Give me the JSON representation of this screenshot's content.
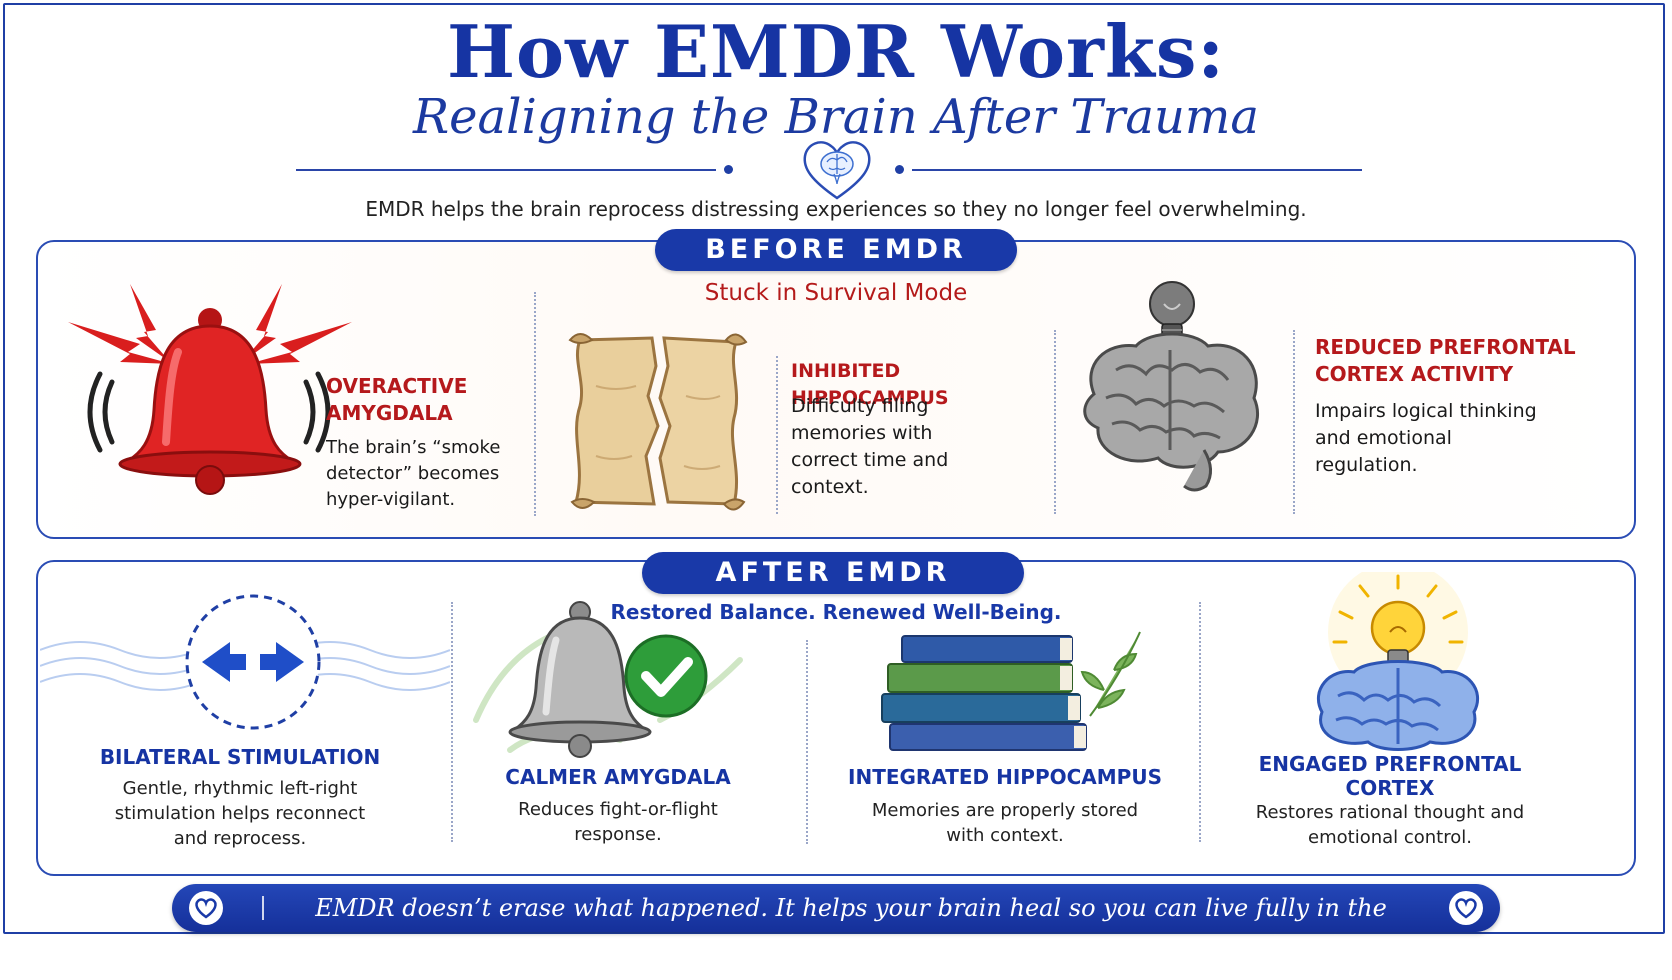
{
  "header": {
    "title": "How EMDR Works:",
    "subtitle": "Realigning the Brain After Trauma",
    "intro": "EMDR helps the brain reprocess distressing experiences so they no longer feel overwhelming."
  },
  "before": {
    "label": "BEFORE EMDR",
    "tagline": "Stuck in Survival Mode",
    "items": [
      {
        "title_line1": "OVERACTIVE",
        "title_line2": "AMYGDALA",
        "desc_lines": [
          "The brain’s “smoke",
          "detector” becomes",
          "hyper-vigilant."
        ],
        "icon": "alarm-bell-icon"
      },
      {
        "title_line1": "INHIBITED HIPPOCAMPUS",
        "desc_lines": [
          "Difficulty filing",
          "memories with",
          "correct time and",
          "context."
        ],
        "icon": "torn-scroll-icon"
      },
      {
        "title_line1": "REDUCED PREFRONTAL",
        "title_line2": "CORTEX ACTIVITY",
        "desc_lines": [
          "Impairs logical thinking",
          "and emotional",
          "regulation."
        ],
        "icon": "dim-brain-bulb-icon"
      }
    ]
  },
  "after": {
    "label": "AFTER EMDR",
    "tagline": "Restored Balance. Renewed Well-Being.",
    "items": [
      {
        "title_line1": "BILATERAL STIMULATION",
        "desc_lines": [
          "Gentle, rhythmic left-right",
          "stimulation helps reconnect",
          "and reprocess."
        ],
        "icon": "bilateral-arrows-icon"
      },
      {
        "title_line1": "CALMER AMYGDALA",
        "desc_lines": [
          "Reduces fight-or-flight",
          "response."
        ],
        "icon": "calm-bell-check-icon"
      },
      {
        "title_line1": "INTEGRATED HIPPOCAMPUS",
        "desc_lines": [
          "Memories are properly stored",
          "with context."
        ],
        "icon": "stacked-books-icon"
      },
      {
        "title_line1": "ENGAGED PREFRONTAL",
        "title_line2": "CORTEX",
        "desc_lines": [
          "Restores rational thought and",
          "emotional control."
        ],
        "icon": "bright-brain-bulb-icon"
      }
    ]
  },
  "footer": {
    "message": "EMDR doesn’t erase what happened. It helps your brain heal so you can live fully in the present."
  },
  "colors": {
    "brand_blue": "#1939a8",
    "alert_red": "#b5191c",
    "check_green": "#2e9d3a"
  }
}
